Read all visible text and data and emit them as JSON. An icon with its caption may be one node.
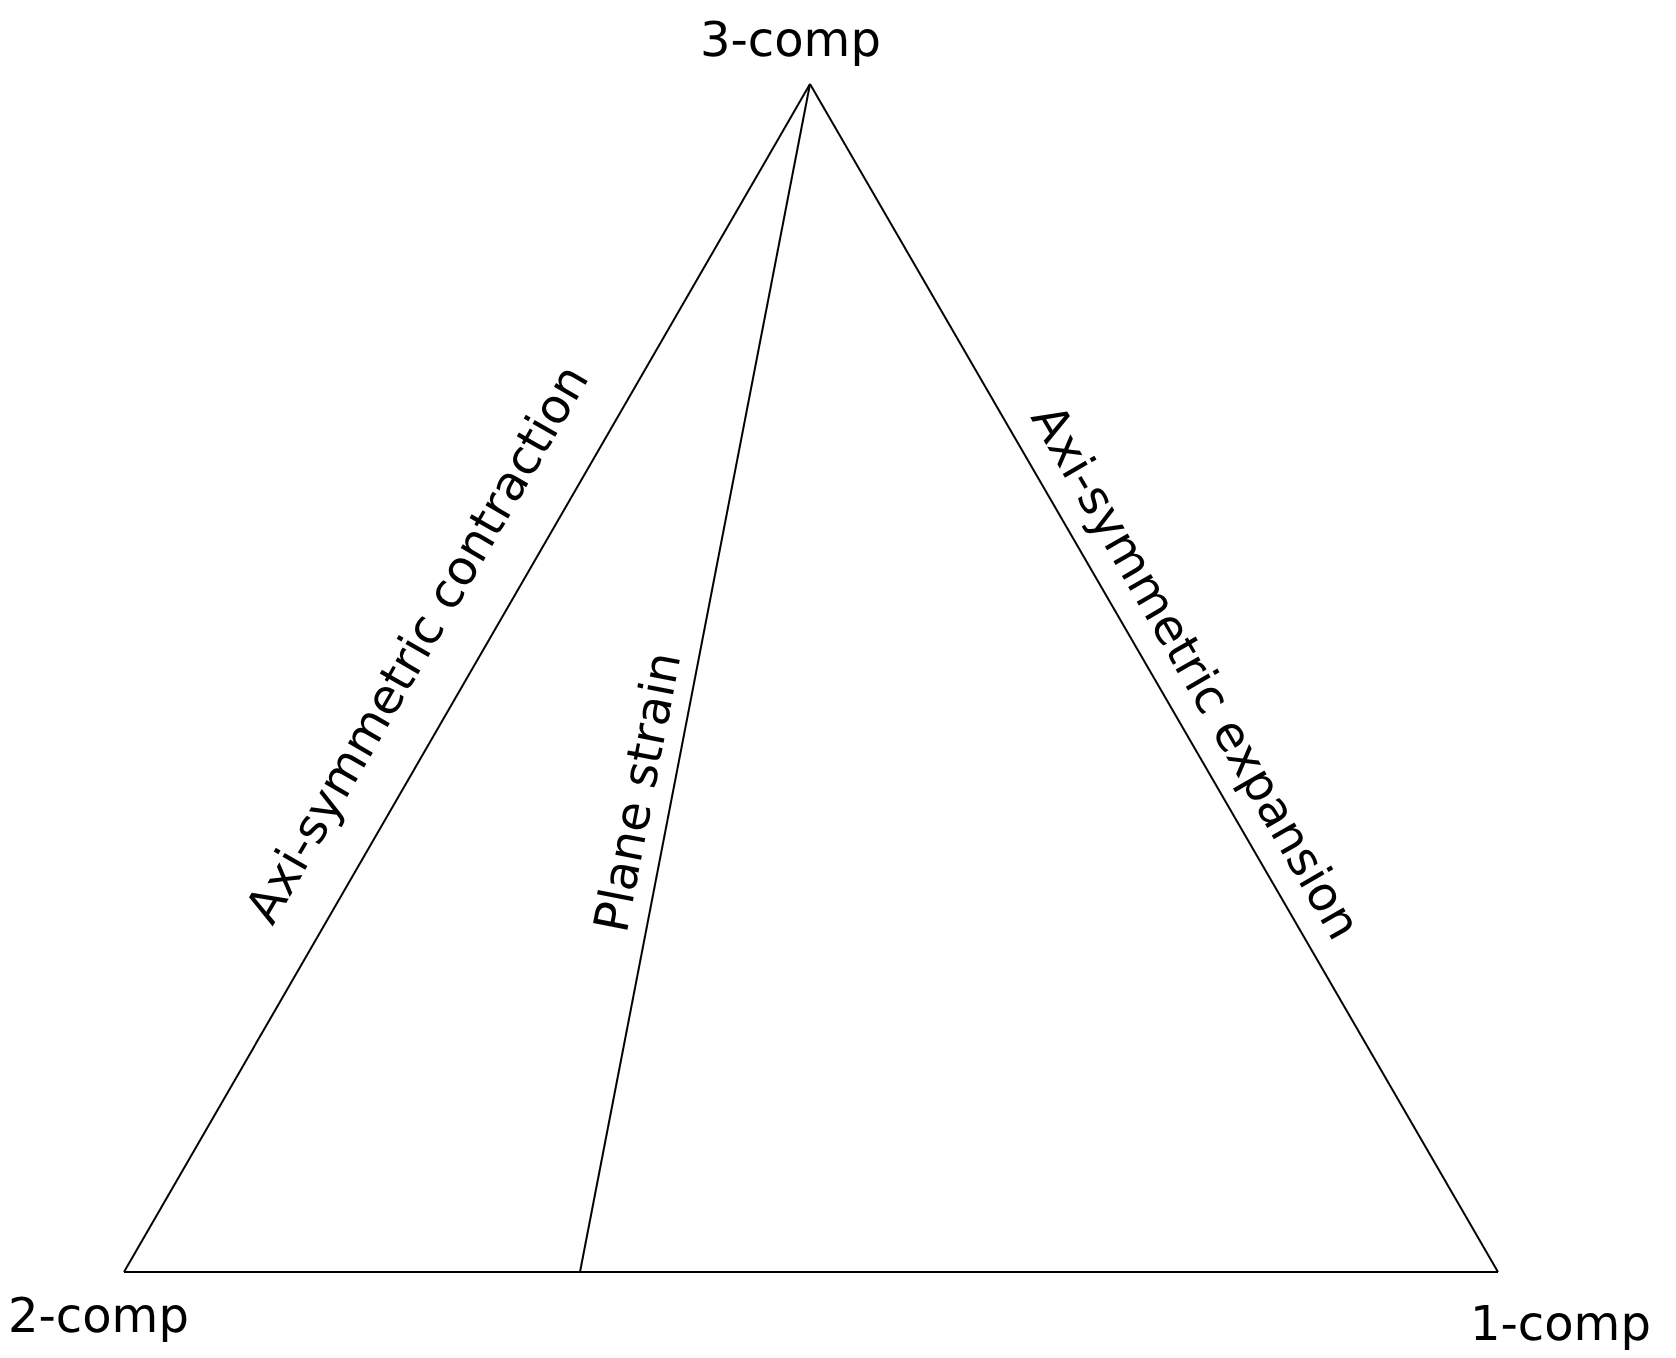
{
  "diagram": {
    "nodes": [
      {
        "text": [
          "3-comp"
        ]
      },
      {
        "text": [
          "2-comp"
        ]
      },
      {
        "text": [
          "1-comp"
        ]
      }
    ],
    "edges": [
      {
        "from": 1,
        "to": 0,
        "arrow": "none",
        "label": "Axi-symmetric contraction"
      },
      {
        "from": 0,
        "to": 2,
        "arrow": "none",
        "label": "Axi-symmetric expansion"
      },
      {
        "from": 1,
        "to": 2,
        "arrow": "none"
      },
      {
        "from": 0,
        "to": null,
        "arrow": "none",
        "label": "Plane strain"
      }
    ]
  }
}
